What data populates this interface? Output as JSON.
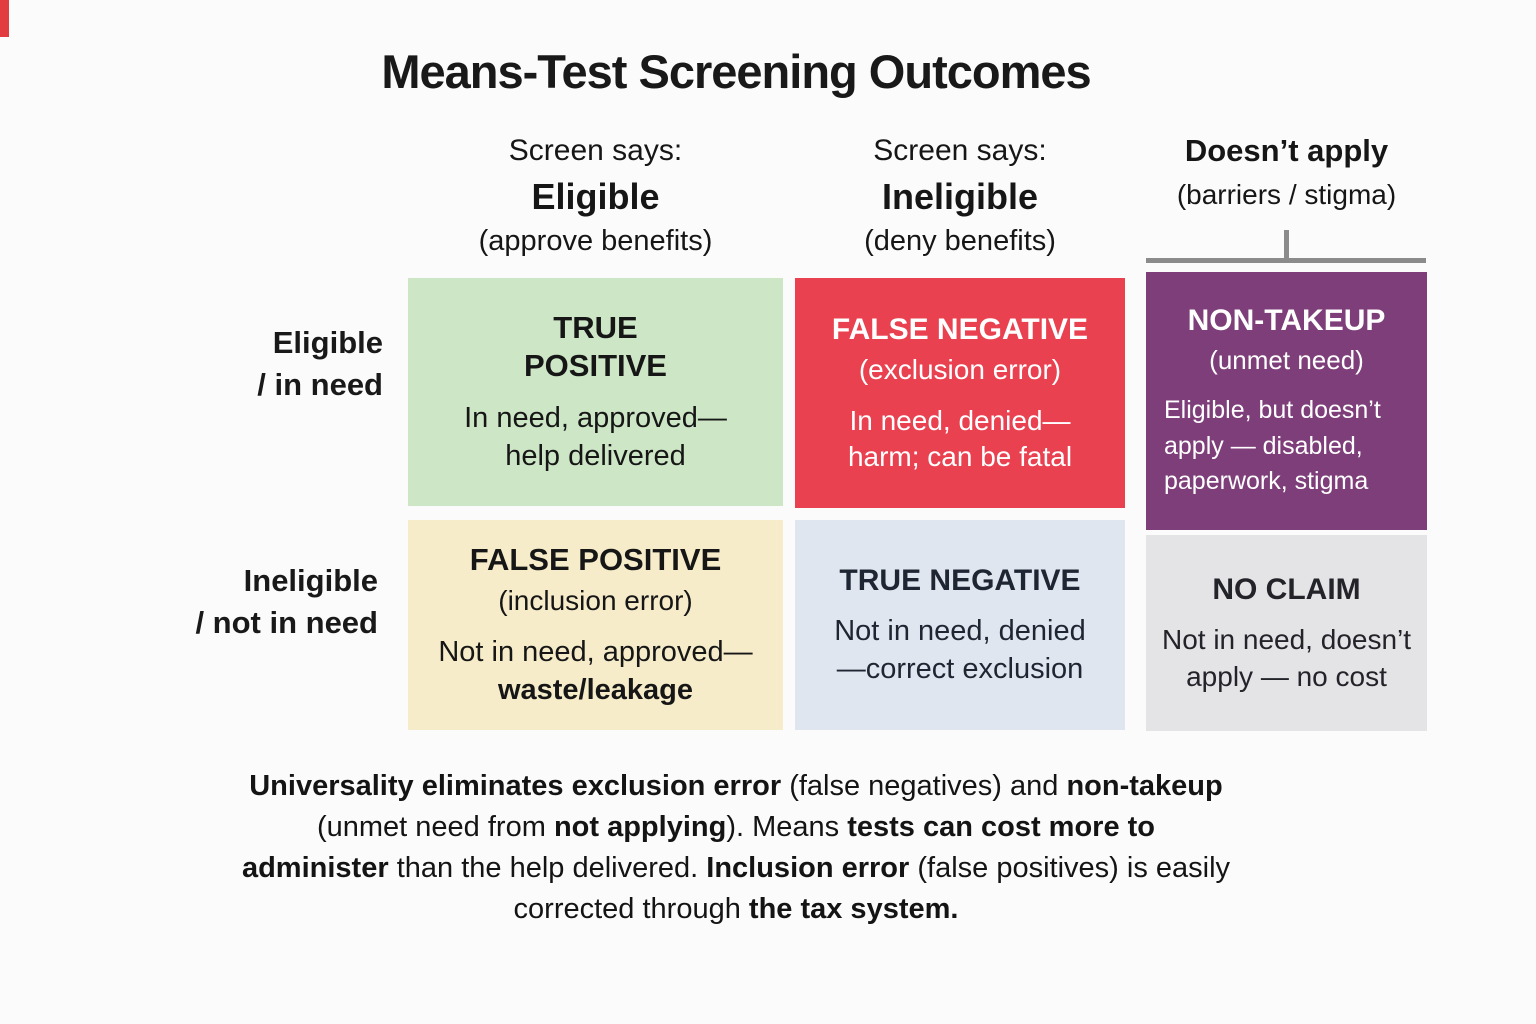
{
  "title": "Means-Test Screening Outcomes",
  "colors": {
    "true_positive_bg": "#cde7c6",
    "false_negative_bg": "#e9414f",
    "non_takeup_bg": "#7d3e7a",
    "false_positive_bg": "#f6ecc9",
    "true_negative_bg": "#e0e6ef",
    "no_claim_bg": "#e4e4e6",
    "bracket": "#8b8b8b",
    "corner_mark": "#e23b40"
  },
  "column_headers": [
    {
      "prefix": "Screen says:",
      "label": "Eligible",
      "sub": "(approve benefits)"
    },
    {
      "prefix": "Screen says:",
      "label": "Ineligible",
      "sub": "(deny benefits)"
    },
    {
      "label": "Doesn’t apply",
      "sub": "(barriers / stigma)"
    }
  ],
  "row_headers": [
    {
      "line1": "Eligible",
      "line2": "/ in need"
    },
    {
      "line1": "Ineligible",
      "line2": "/ not in need"
    }
  ],
  "cells": {
    "true_positive": {
      "title_line1": "TRUE",
      "title_line2": "POSITIVE",
      "body_line1": "In need, approved—",
      "body_line2": "help delivered"
    },
    "false_negative": {
      "title": "FALSE NEGATIVE",
      "subtitle": "(exclusion error)",
      "body_line1": "In need, denied—",
      "body_line2": "harm; can be fatal"
    },
    "non_takeup": {
      "title": "NON-TAKEUP",
      "subtitle": "(unmet need)",
      "body_line1": "Eligible, but doesn’t",
      "body_line2": "apply — disabled,",
      "body_line3": "paperwork, stigma"
    },
    "false_positive": {
      "title": "FALSE POSITIVE",
      "subtitle": "(inclusion error)",
      "body_line1": "Not in need, approved—",
      "body_line2": "waste/leakage"
    },
    "true_negative": {
      "title": "TRUE NEGATIVE",
      "body_line1": "Not in need, denied",
      "body_line2": "—correct exclusion"
    },
    "no_claim": {
      "title": "NO CLAIM",
      "body_line1": "Not in need, doesn’t",
      "body_line2": "apply — no cost"
    }
  },
  "footer": {
    "line1": {
      "b1": "Universality eliminates exclusion error",
      "r1": " (false negatives) and ",
      "b2": "non-takeup"
    },
    "line2": {
      "r1": "(unmet need from ",
      "b1": "not applying",
      "r2": "). Means ",
      "b2": "tests can cost more to"
    },
    "line3": {
      "b1": "administer",
      "r1": " than the help delivered. ",
      "b2": "Inclusion error",
      "r2": " (false positives) is easily"
    },
    "line4": {
      "r1": "corrected through ",
      "b1": "the tax system."
    }
  }
}
